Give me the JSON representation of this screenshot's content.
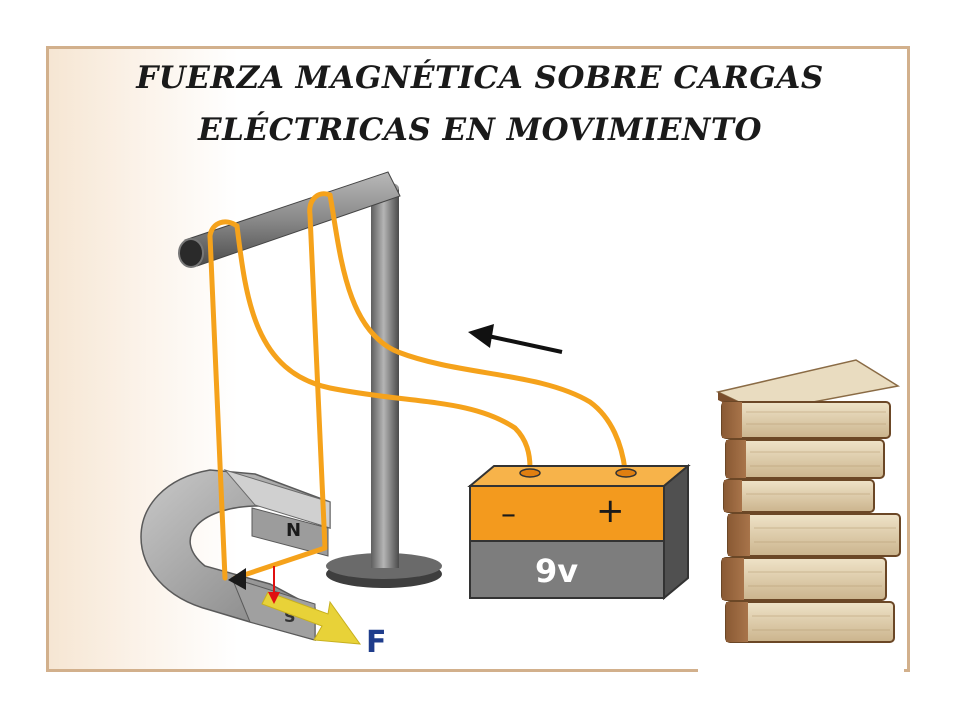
{
  "title": {
    "line1": "FUERZA MAGNÉTICA SOBRE CARGAS",
    "line2": "ELÉCTRICAS EN MOVIMIENTO"
  },
  "magnet": {
    "north_label": "N",
    "south_label": "S"
  },
  "battery": {
    "minus_label": "–",
    "plus_label": "+",
    "voltage_label": "9v"
  },
  "force": {
    "label": "F"
  },
  "colors": {
    "wire": "#f5a21b",
    "battery_top": "#f39a1e",
    "battery_bottom": "#7d7d7d",
    "magnet_gray": "#a9a9a9",
    "frame": "#d2b08c",
    "force_label": "#1f3d8c",
    "force_arrow": "#e8d238",
    "current_arrow": "#e01010"
  }
}
